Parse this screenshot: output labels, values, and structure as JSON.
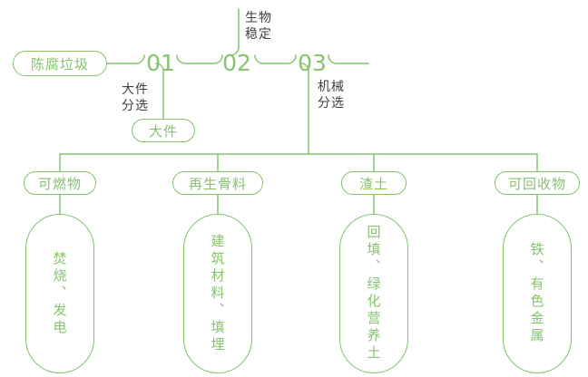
{
  "colors": {
    "accent": "#85c46d",
    "label_text": "#3f3f3f"
  },
  "flow": {
    "source_label": "陈腐垃圾",
    "steps": [
      {
        "num": "01",
        "label_line1": "大件",
        "label_line2": "分选"
      },
      {
        "num": "02",
        "label_line1": "生物",
        "label_line2": "稳定"
      },
      {
        "num": "03",
        "label_line1": "机械",
        "label_line2": "分选"
      }
    ],
    "bulky_output": "大件"
  },
  "branches": [
    {
      "category": "可燃物",
      "detail": "焚烧、发电"
    },
    {
      "category": "再生骨料",
      "detail": "建筑材料、填埋"
    },
    {
      "category": "渣土",
      "detail": "回填、绿化营养土"
    },
    {
      "category": "可回收物",
      "detail": "铁、有色金属"
    }
  ]
}
